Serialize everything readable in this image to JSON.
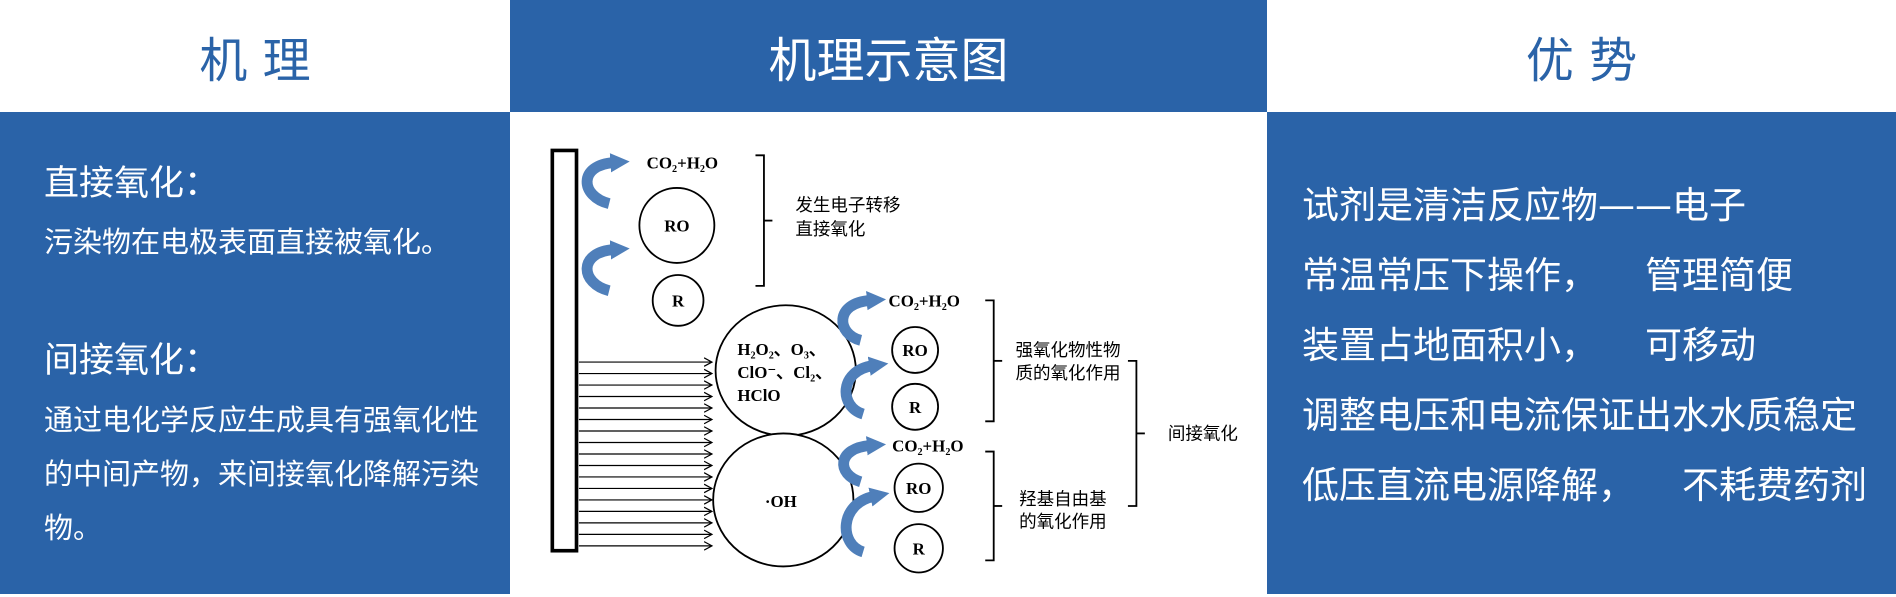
{
  "headers": {
    "mechanism": "机 理",
    "diagram": "机理示意图",
    "advantages": "优 势"
  },
  "mechanism": {
    "direct_title": "直接氧化：",
    "direct_desc": "污染物在电极表面直接被氧化。",
    "indirect_title": "间接氧化：",
    "indirect_desc": "通过电化学反应生成具有强氧化性的中间产物，来间接氧化降解污染物。"
  },
  "diagram": {
    "direct": {
      "product": "CO₂+H₂O",
      "intermediate": "RO",
      "reactant": "R",
      "label_line1": "发生电子转移",
      "label_line2": "直接氧化"
    },
    "strong_oxidants": {
      "species_line1": "H₂O₂、O₃、",
      "species_line2": "ClO⁻、Cl₂、",
      "species_line3": "HClO",
      "product": "CO₂+H₂O",
      "intermediate": "RO",
      "reactant": "R",
      "label_line1": "强氧化物性物",
      "label_line2": "质的氧化作用"
    },
    "hydroxyl": {
      "species": "·OH",
      "product": "CO₂+H₂O",
      "intermediate": "RO",
      "reactant": "R",
      "label_line1": "羟基自由基",
      "label_line2": "的氧化作用"
    },
    "indirect_label": "间接氧化"
  },
  "advantages": [
    "试剂是清洁反应物——电子",
    "常温常压下操作，    管理简便",
    "装置占地面积小，    可移动",
    "调整电压和电流保证出水水质稳定",
    "低压直流电源降解，    不耗费药剂"
  ],
  "colors": {
    "primary_blue": "#2a63a8",
    "arrow_blue": "#4f7fba",
    "text_on_blue": "#ffffff"
  }
}
